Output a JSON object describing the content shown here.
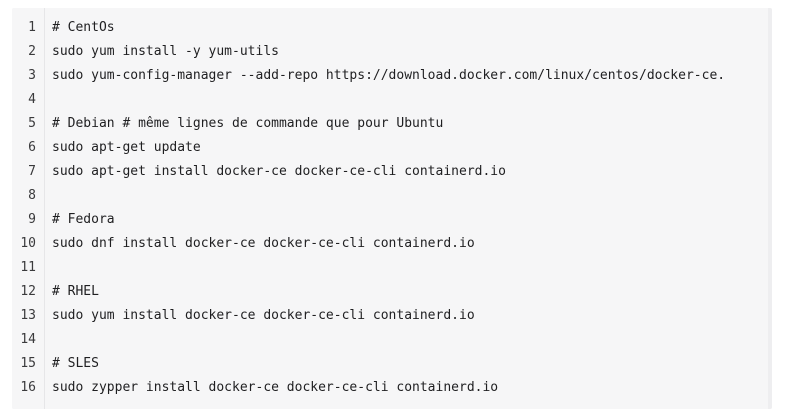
{
  "code_lines": [
    {
      "n": "1",
      "text": "# CentOs"
    },
    {
      "n": "2",
      "text": "sudo yum install -y yum-utils"
    },
    {
      "n": "3",
      "text": "sudo yum-config-manager --add-repo https://download.docker.com/linux/centos/docker-ce."
    },
    {
      "n": "4",
      "text": ""
    },
    {
      "n": "5",
      "text": "# Debian # même lignes de commande que pour Ubuntu"
    },
    {
      "n": "6",
      "text": "sudo apt-get update"
    },
    {
      "n": "7",
      "text": "sudo apt-get install docker-ce docker-ce-cli containerd.io"
    },
    {
      "n": "8",
      "text": ""
    },
    {
      "n": "9",
      "text": "# Fedora"
    },
    {
      "n": "10",
      "text": "sudo dnf install docker-ce docker-ce-cli containerd.io"
    },
    {
      "n": "11",
      "text": ""
    },
    {
      "n": "12",
      "text": "# RHEL"
    },
    {
      "n": "13",
      "text": "sudo yum install docker-ce docker-ce-cli containerd.io"
    },
    {
      "n": "14",
      "text": ""
    },
    {
      "n": "15",
      "text": "# SLES"
    },
    {
      "n": "16",
      "text": "sudo zypper install docker-ce docker-ce-cli containerd.io"
    }
  ]
}
